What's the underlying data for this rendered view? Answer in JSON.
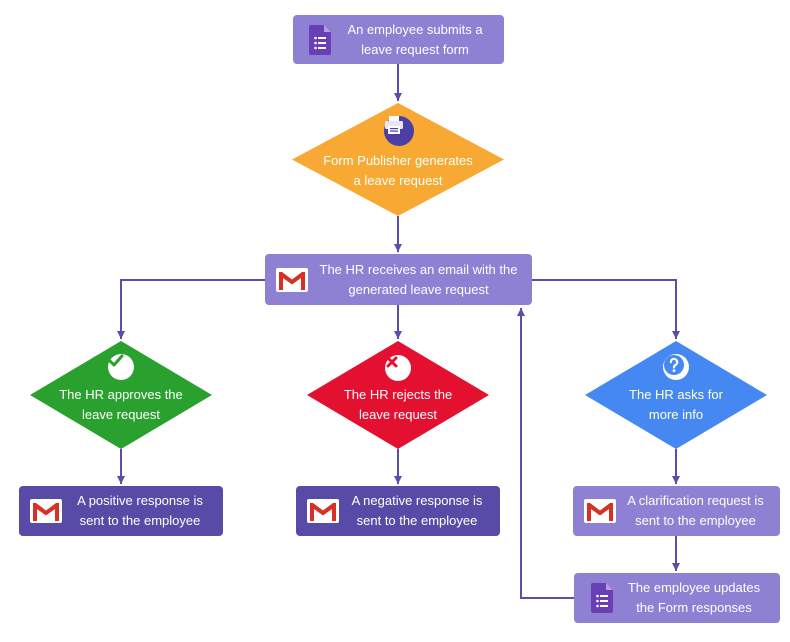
{
  "colors": {
    "box_light": "#8e80d2",
    "box_dark": "#584ba8",
    "arrow": "#5a4ea8",
    "publisher_diamond": "#f7a934",
    "approve_diamond": "#2aa12e",
    "reject_diamond": "#e3102f",
    "info_diamond": "#4688f1"
  },
  "nodes": {
    "submit": {
      "line1": "An employee submits a",
      "line2": "leave request form",
      "icon": "google-forms-icon"
    },
    "publisher": {
      "line1": "Form Publisher generates",
      "line2": "a leave request",
      "icon": "form-publisher-icon"
    },
    "hr_email": {
      "line1": "The HR receives an email with the",
      "line2": "generated leave request",
      "icon": "gmail-icon"
    },
    "approve": {
      "line1": "The HR approves the",
      "line2": "leave request",
      "icon": "check-icon"
    },
    "reject": {
      "line1": "The HR rejects the",
      "line2": "leave request",
      "icon": "x-icon"
    },
    "ask_info": {
      "line1": "The HR asks for",
      "line2": "more info",
      "icon": "question-icon"
    },
    "positive": {
      "line1": "A positive response is",
      "line2": "sent to the employee",
      "icon": "gmail-icon"
    },
    "negative": {
      "line1": "A negative response is",
      "line2": "sent to the employee",
      "icon": "gmail-icon"
    },
    "clarification": {
      "line1": "A clarification request is",
      "line2": "sent to the employee",
      "icon": "gmail-icon"
    },
    "update": {
      "line1": "The employee updates",
      "line2": "the Form responses",
      "icon": "google-forms-icon"
    }
  }
}
